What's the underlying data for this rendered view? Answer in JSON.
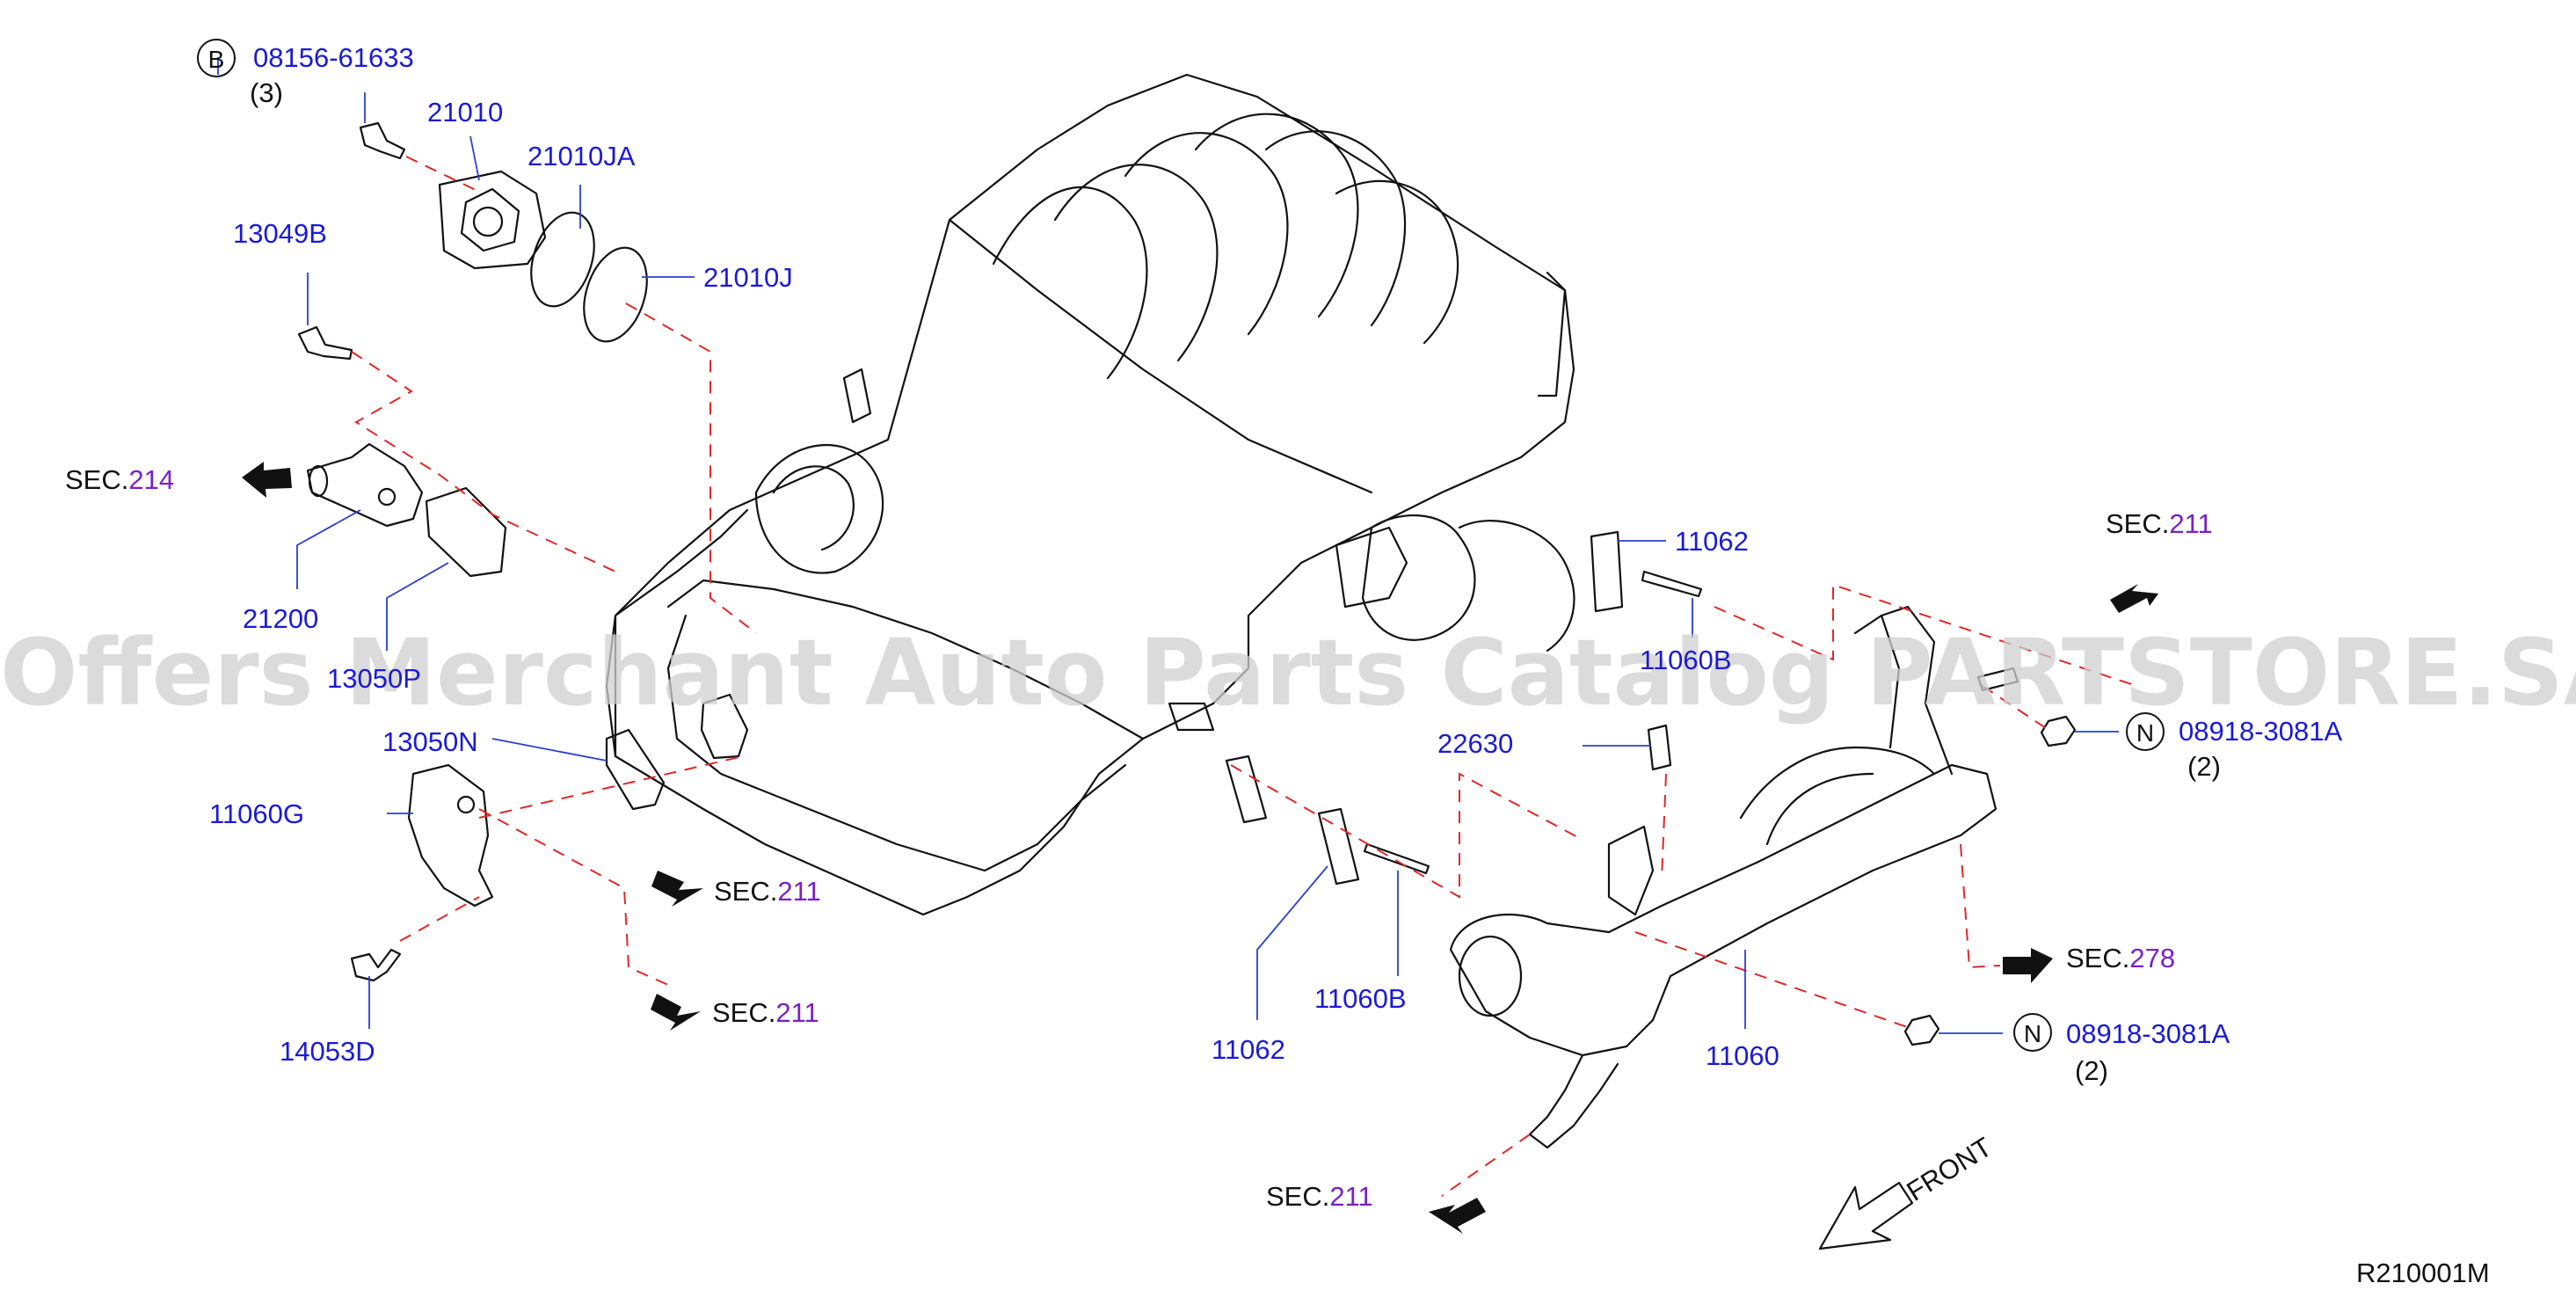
{
  "watermark": "Offers Merchant Auto Parts Catalog PARTSTORE.SA",
  "diagram_id": "R210001M",
  "front_label": "FRONT",
  "sec_prefix": "SEC.",
  "callouts": [
    {
      "id": "b-bolt",
      "symbol": "B",
      "part": "08156-61633",
      "qty": "(3)"
    },
    {
      "id": "n-nut-top",
      "symbol": "N",
      "part": "08918-3081A",
      "qty": "(2)"
    },
    {
      "id": "n-nut-bottom",
      "symbol": "N",
      "part": "08918-3081A",
      "qty": "(2)"
    }
  ],
  "parts": [
    {
      "id": "p21010",
      "label": "21010"
    },
    {
      "id": "p21010ja",
      "label": "21010JA"
    },
    {
      "id": "p21010j",
      "label": "21010J"
    },
    {
      "id": "p13049b",
      "label": "13049B"
    },
    {
      "id": "p21200",
      "label": "21200"
    },
    {
      "id": "p13050p",
      "label": "13050P"
    },
    {
      "id": "p13050n",
      "label": "13050N"
    },
    {
      "id": "p11060g",
      "label": "11060G"
    },
    {
      "id": "p14053d",
      "label": "14053D"
    },
    {
      "id": "p11062-top",
      "label": "11062"
    },
    {
      "id": "p11060b-top",
      "label": "11060B"
    },
    {
      "id": "p22630",
      "label": "22630"
    },
    {
      "id": "p11062-bottom",
      "label": "11062"
    },
    {
      "id": "p11060b-bottom",
      "label": "11060B"
    },
    {
      "id": "p11060",
      "label": "11060"
    }
  ],
  "sections": [
    {
      "id": "sec214",
      "num": "214"
    },
    {
      "id": "sec211-top-right",
      "num": "211"
    },
    {
      "id": "sec211-mid-1",
      "num": "211"
    },
    {
      "id": "sec211-mid-2",
      "num": "211"
    },
    {
      "id": "sec278",
      "num": "278"
    },
    {
      "id": "sec211-bottom",
      "num": "211"
    }
  ]
}
